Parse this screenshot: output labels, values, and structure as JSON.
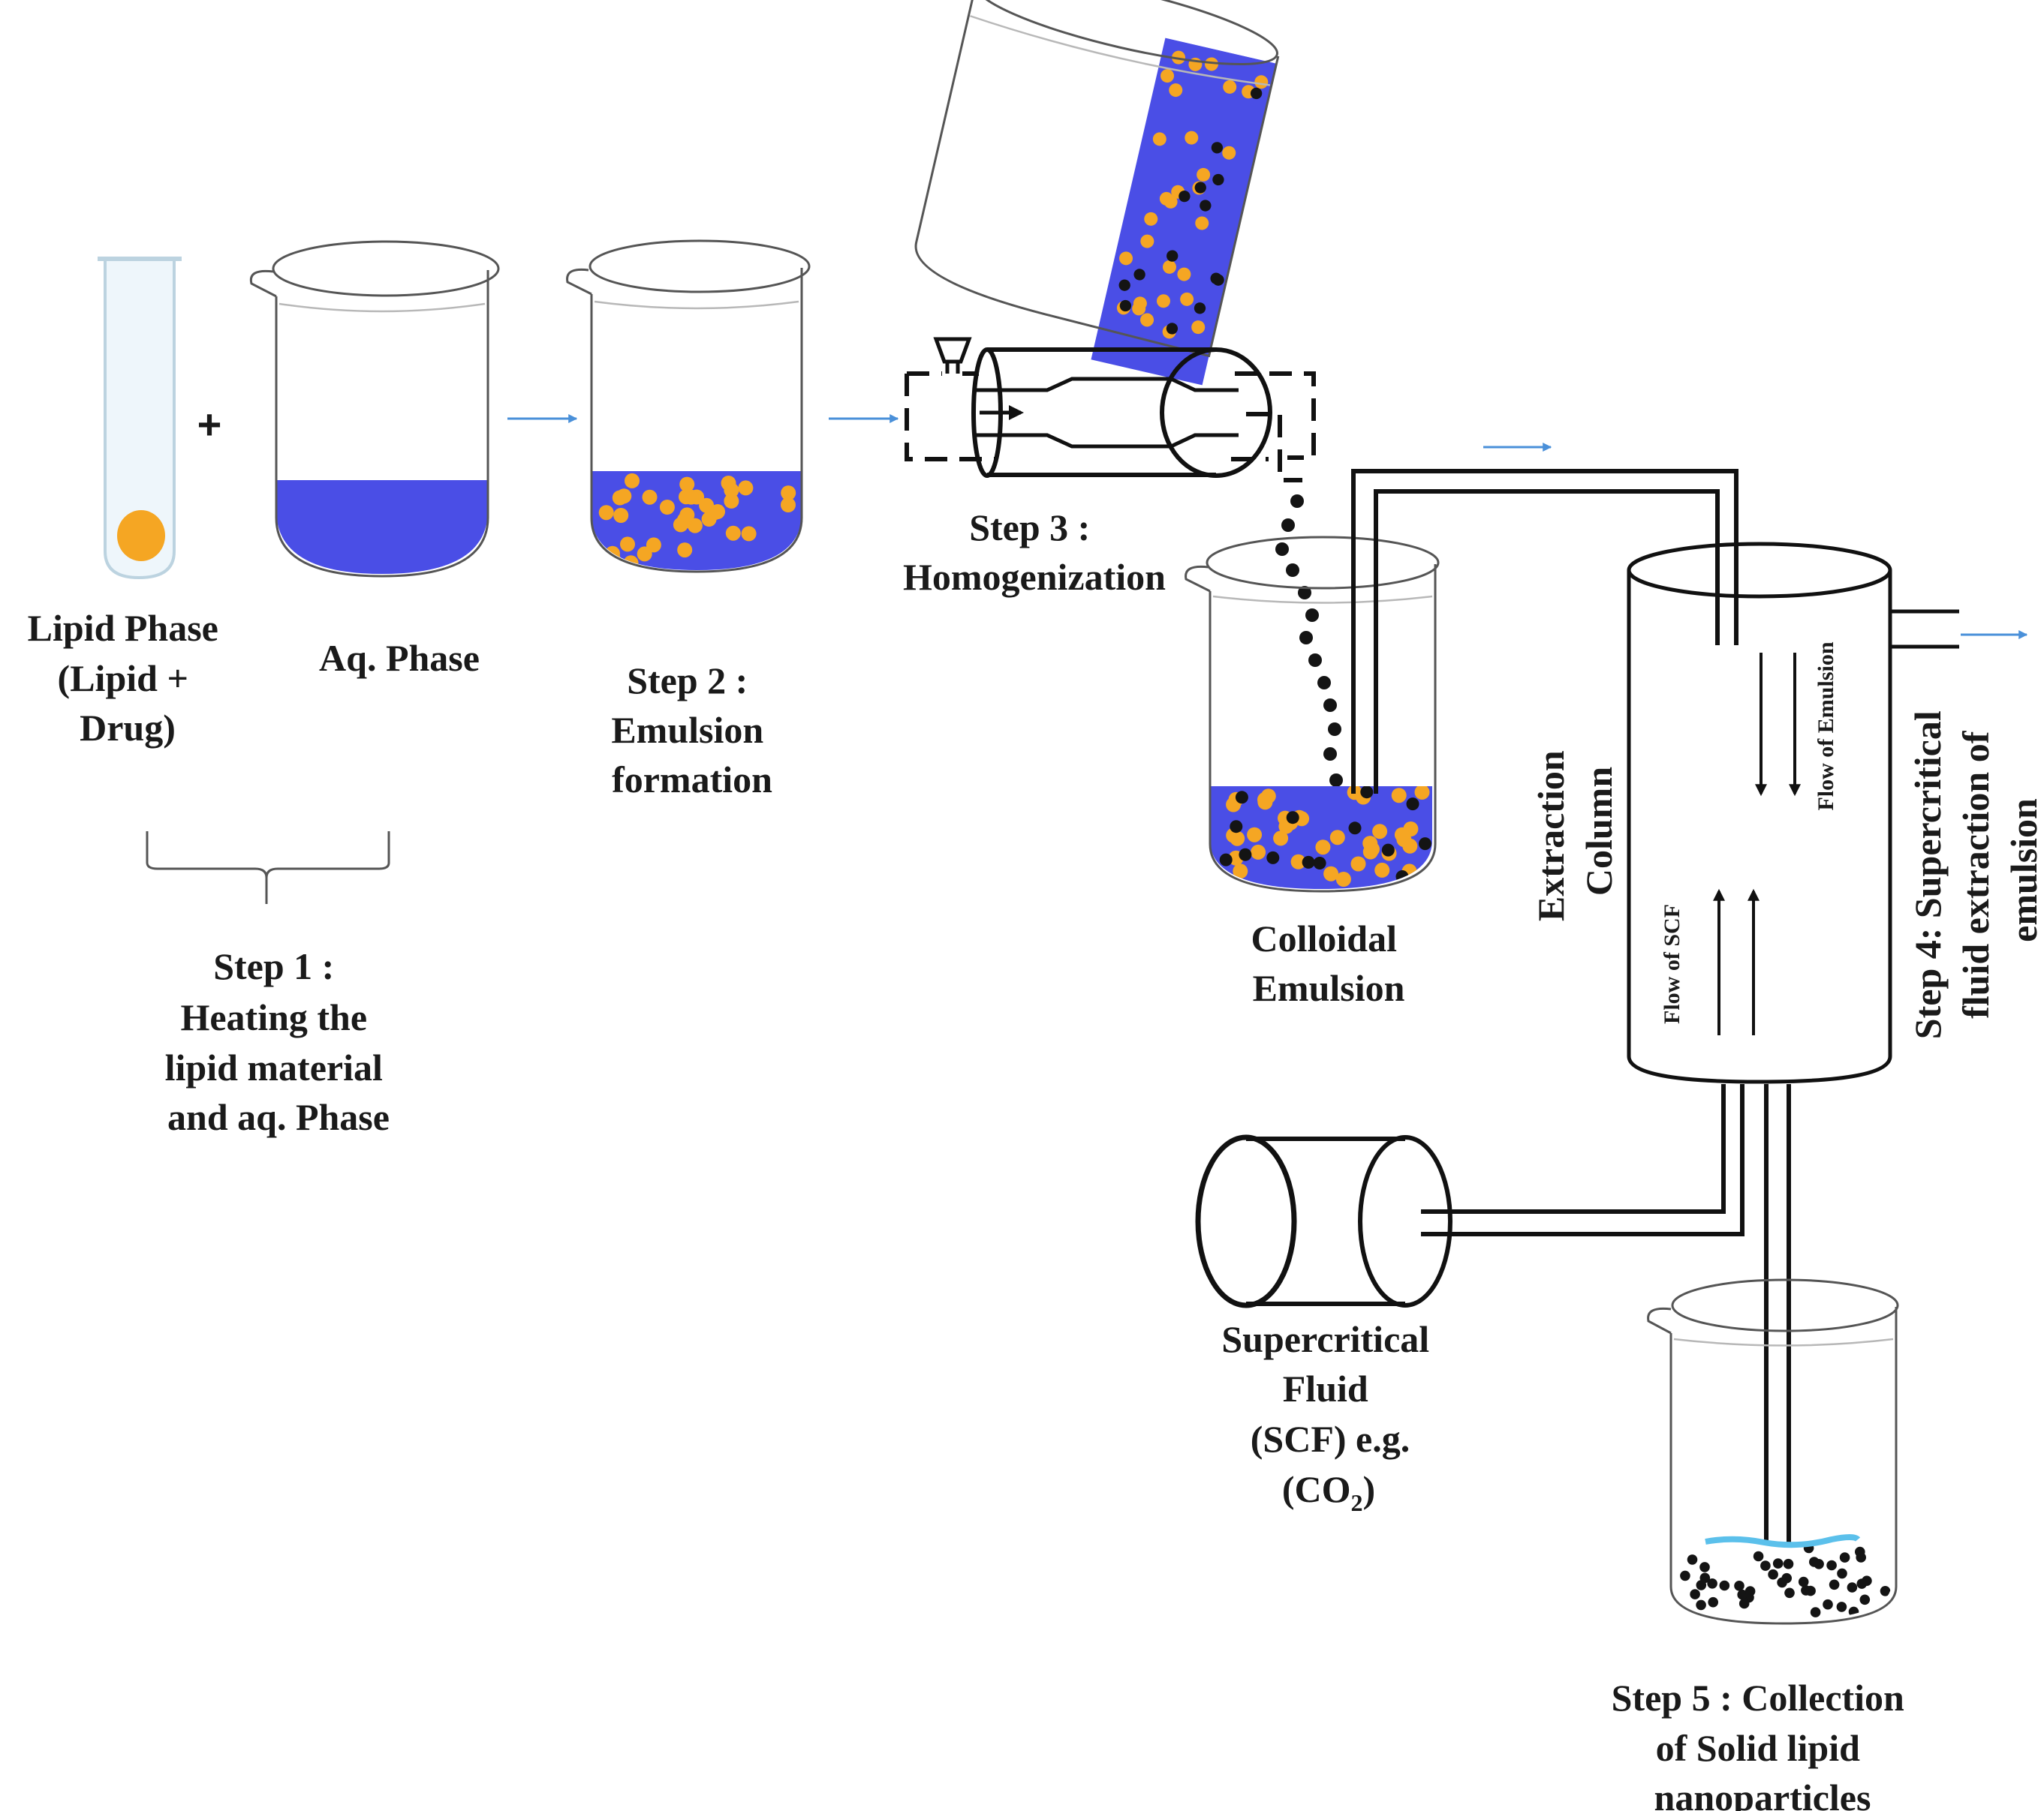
{
  "labels": {
    "plus": "+",
    "lipid_phase": [
      "Lipid Phase",
      "(Lipid +",
      "Drug)"
    ],
    "aq_phase": [
      "Aq. Phase"
    ],
    "step1": [
      "Step 1 :",
      "Heating the",
      "lipid material",
      "and aq. Phase"
    ],
    "step2": [
      "Step 2 :",
      "Emulsion",
      "formation"
    ],
    "step3": [
      "Step 3 :",
      "Homogenization"
    ],
    "colloidal": [
      "Colloidal",
      "Emulsion"
    ],
    "extraction_column": [
      "Extraction",
      "Column"
    ],
    "flow_scf": "Flow of SCF",
    "flow_emulsion": "Flow of Emulsion",
    "step4": [
      "Step 4: Supercritical",
      "fluid  extraction of",
      "emulsion"
    ],
    "scf": [
      "Supercritical",
      "Fluid",
      "(SCF)  e.g."
    ],
    "co2": {
      "open": "(CO",
      "sub": "2",
      "close": ")"
    },
    "step5": [
      "Step 5 : Collection",
      "of Solid lipid",
      "nanoparticles"
    ]
  },
  "colors": {
    "aqueous_blue": "#4a4ee6",
    "lipid_drop": "#f5a623",
    "drug_particle": "#141414",
    "flow_arrow": "#4a90d9",
    "liquid_surface": "#5bc0eb"
  }
}
